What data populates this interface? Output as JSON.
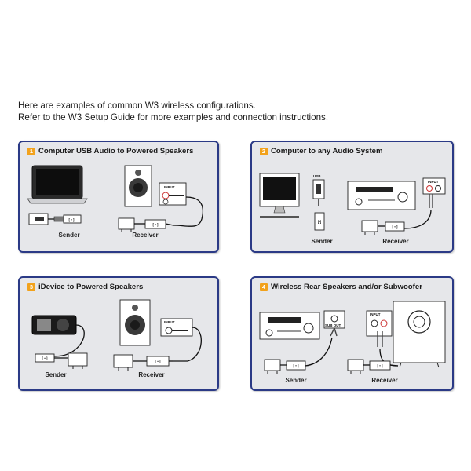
{
  "intro": {
    "line1": "Here are examples of common W3 wireless configurations.",
    "line2": "Refer to the W3 Setup Guide for more examples and connection instructions."
  },
  "panels": [
    {
      "number": "1",
      "title": "Computer USB Audio to Powered Speakers",
      "sender": "Sender",
      "receiver": "Receiver",
      "input_label": "INPUT"
    },
    {
      "number": "2",
      "title": "Computer to any Audio System",
      "sender": "Sender",
      "receiver": "Receiver",
      "input_label": "INPUT",
      "usb_label": "USB"
    },
    {
      "number": "3",
      "title": "iDevice to Powered Speakers",
      "sender": "Sender",
      "receiver": "Receiver",
      "input_label": "INPUT"
    },
    {
      "number": "4",
      "title": "Wireless Rear Speakers and/or Subwoofer",
      "sender": "Sender",
      "receiver": "Receiver",
      "input_label": "INPUT",
      "sub_out_label": "SUB OUT"
    }
  ],
  "colors": {
    "panel_border": "#2b3a86",
    "panel_bg": "#e6e7ea",
    "badge": "#f2a21c"
  },
  "icons": [
    "laptop-icon",
    "speaker-icon",
    "monitor-icon",
    "av-receiver-icon",
    "ipod-icon",
    "subwoofer-icon",
    "usb-icon",
    "power-adapter-icon",
    "wireless-dongle-icon"
  ]
}
